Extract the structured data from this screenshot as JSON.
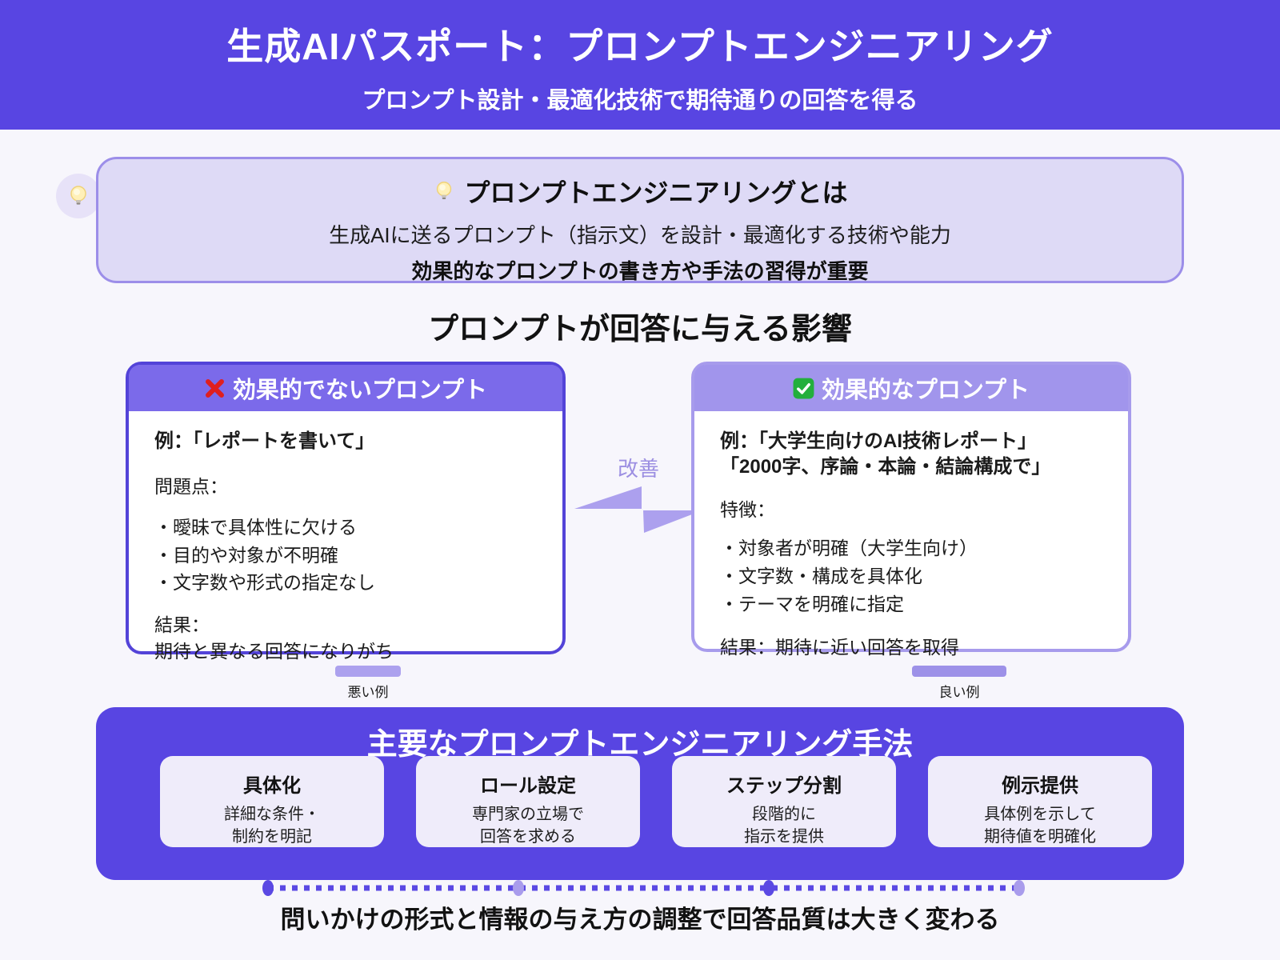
{
  "colors": {
    "primary": "#5845E2",
    "page-bg": "#F7F6FC",
    "bad-header": "#7B6AEA",
    "bad-border": "#5343D8",
    "good-header": "#A195EC",
    "good-border": "#A79BEC",
    "intro-bg": "#DEDAF6",
    "intro-border": "#9C8EE9",
    "accent-light": "#ACA1EE",
    "accent-mid": "#9D91E8",
    "method-card-bg": "#EFECFA",
    "text-dark": "#151515",
    "cross-red": "#DF1F1F",
    "check-green": "#23AF3C"
  },
  "header": {
    "title": "生成AIパスポート：プロンプトエンジニアリング",
    "subtitle": "プロンプト設計・最適化技術で期待通りの回答を得る"
  },
  "intro": {
    "icon": "lightbulb",
    "title": "プロンプトエンジニアリングとは",
    "line1": "生成AIに送るプロンプト（指示文）を設計・最適化する技術や能力",
    "line2": "効果的なプロンプトの書き方や手法の習得が重要"
  },
  "section": {
    "title": "プロンプトが回答に与える影響"
  },
  "comparison": {
    "arrow_label": "改善",
    "bad": {
      "icon": "cross-mark",
      "title": "効果的でないプロンプト",
      "example": "例：「レポートを書いて」",
      "problems_label": "問題点：",
      "problems": [
        "・曖昧で具体性に欠ける",
        "・目的や対象が不明確",
        "・文字数や形式の指定なし"
      ],
      "result_label": "結果：",
      "result": "期待と異なる回答になりがち",
      "tag": "悪い例"
    },
    "good": {
      "icon": "check-mark",
      "title": "効果的なプロンプト",
      "example_line1": "例：「大学生向けのAI技術レポート」",
      "example_line2": "「2000字、序論・本論・結論構成で」",
      "features_label": "特徴：",
      "features": [
        "・対象者が明確（大学生向け）",
        "・文字数・構成を具体化",
        "・テーマを明確に指定"
      ],
      "result": "結果：期待に近い回答を取得",
      "tag": "良い例"
    }
  },
  "methods": {
    "title": "主要なプロンプトエンジニアリング手法",
    "items": [
      {
        "name": "具体化",
        "desc1": "詳細な条件・",
        "desc2": "制約を明記"
      },
      {
        "name": "ロール設定",
        "desc1": "専門家の立場で",
        "desc2": "回答を求める"
      },
      {
        "name": "ステップ分割",
        "desc1": "段階的に",
        "desc2": "指示を提供"
      },
      {
        "name": "例示提供",
        "desc1": "具体例を示して",
        "desc2": "期待値を明確化"
      }
    ]
  },
  "footer": {
    "message": "問いかけの形式と情報の与え方の調整で回答品質は大きく変わる"
  }
}
